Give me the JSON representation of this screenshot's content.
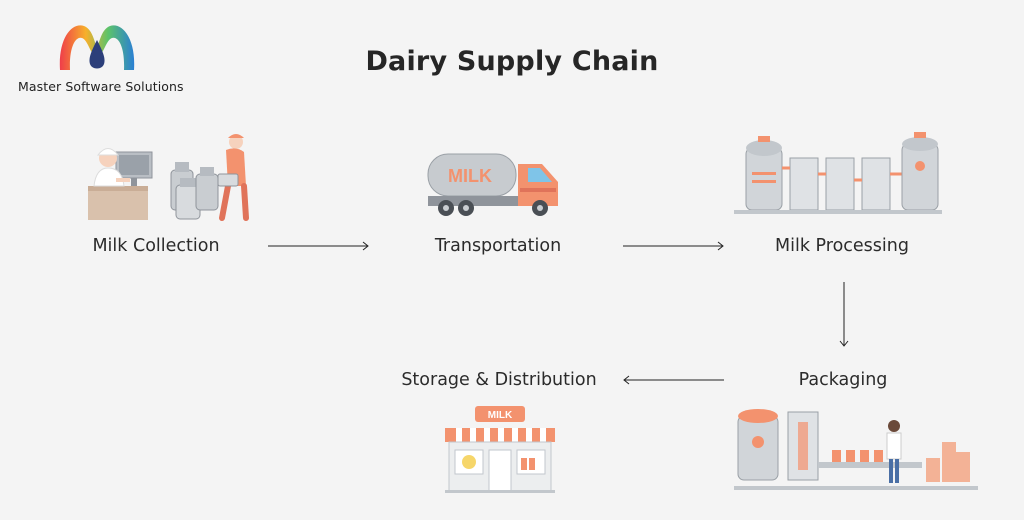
{
  "brand": {
    "name": "Master Software Solutions"
  },
  "title": "Dairy Supply Chain",
  "stages": {
    "collection": "Milk Collection",
    "transport": "Transportation",
    "processing": "Milk Processing",
    "packaging": "Packaging",
    "storage": "Storage & Distribution"
  },
  "signs": {
    "truck": "MILK",
    "shop": "MILK"
  },
  "colors": {
    "accent": "#f3926e",
    "dark_accent": "#e0735a",
    "steel": "#c9cdd1",
    "steel_dark": "#8f949b",
    "background": "#f4f4f4"
  },
  "icons": [
    "logo-mark-icon",
    "farmer-computer-icon",
    "milk-cans-icon",
    "milk-tanker-truck-icon",
    "processing-plant-icon",
    "packaging-line-icon",
    "milk-shop-icon",
    "arrow-right-icon",
    "arrow-down-icon",
    "arrow-left-icon"
  ]
}
